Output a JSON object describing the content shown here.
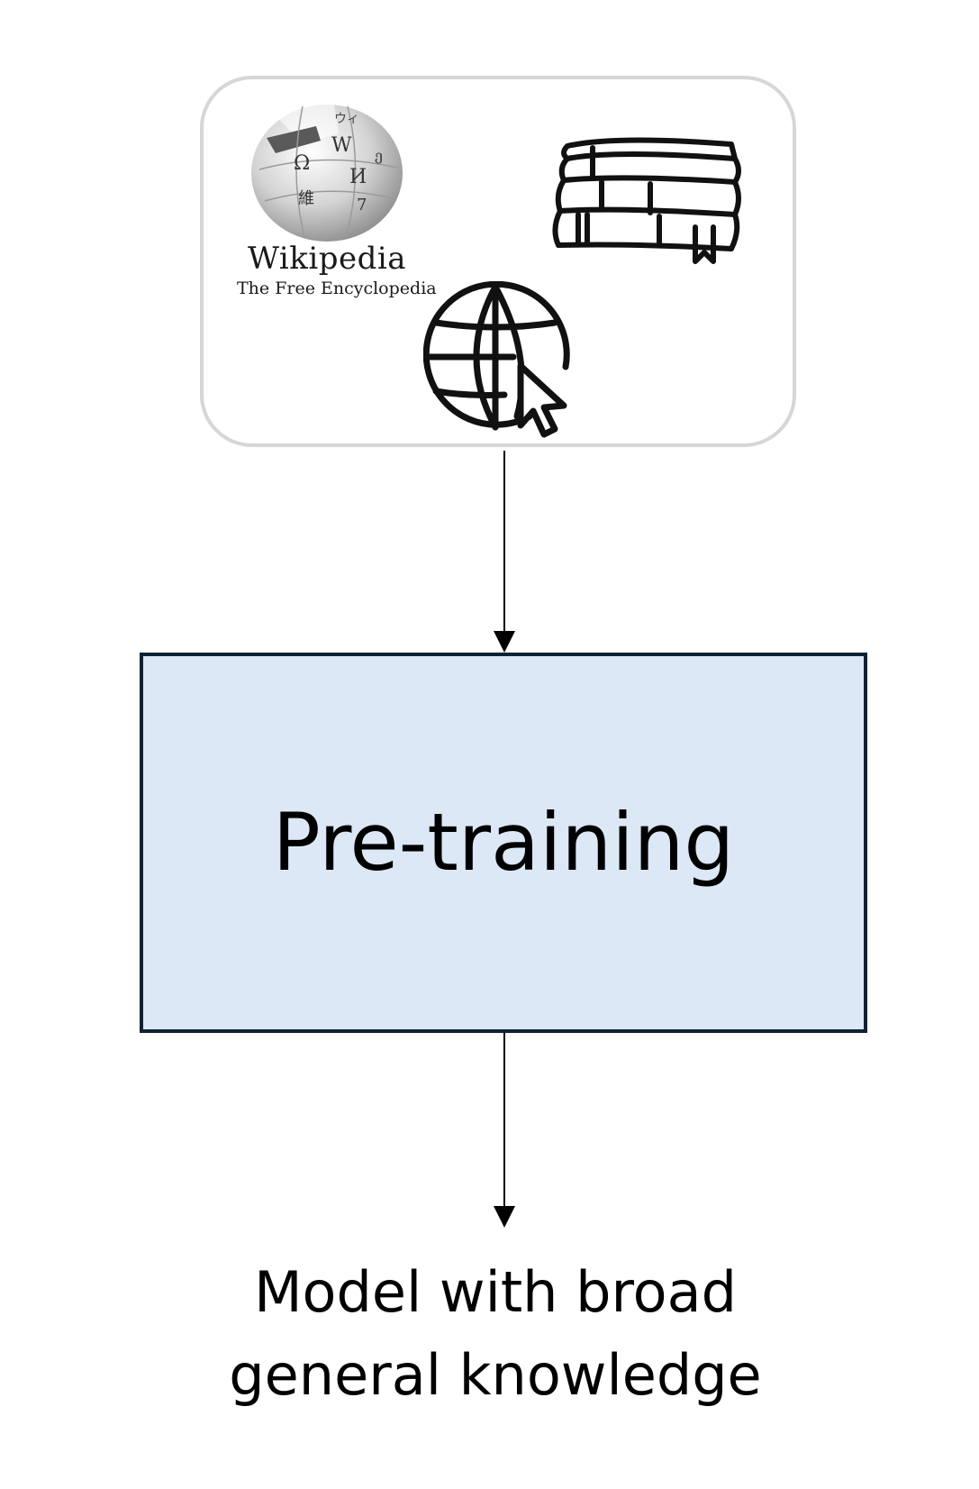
{
  "sources": {
    "wikipedia": {
      "wordmark": "Wikipedia",
      "tagline": "The Free Encyclopedia"
    },
    "icons": [
      "wikipedia-logo",
      "books-icon",
      "web-globe-cursor-icon"
    ]
  },
  "process": {
    "label": "Pre-training"
  },
  "output": {
    "line1": "Model with broad",
    "line2": "general knowledge"
  },
  "colors": {
    "process_fill": "#dce8f5",
    "process_border": "#0f2233",
    "sources_border": "#d6d6d6"
  }
}
